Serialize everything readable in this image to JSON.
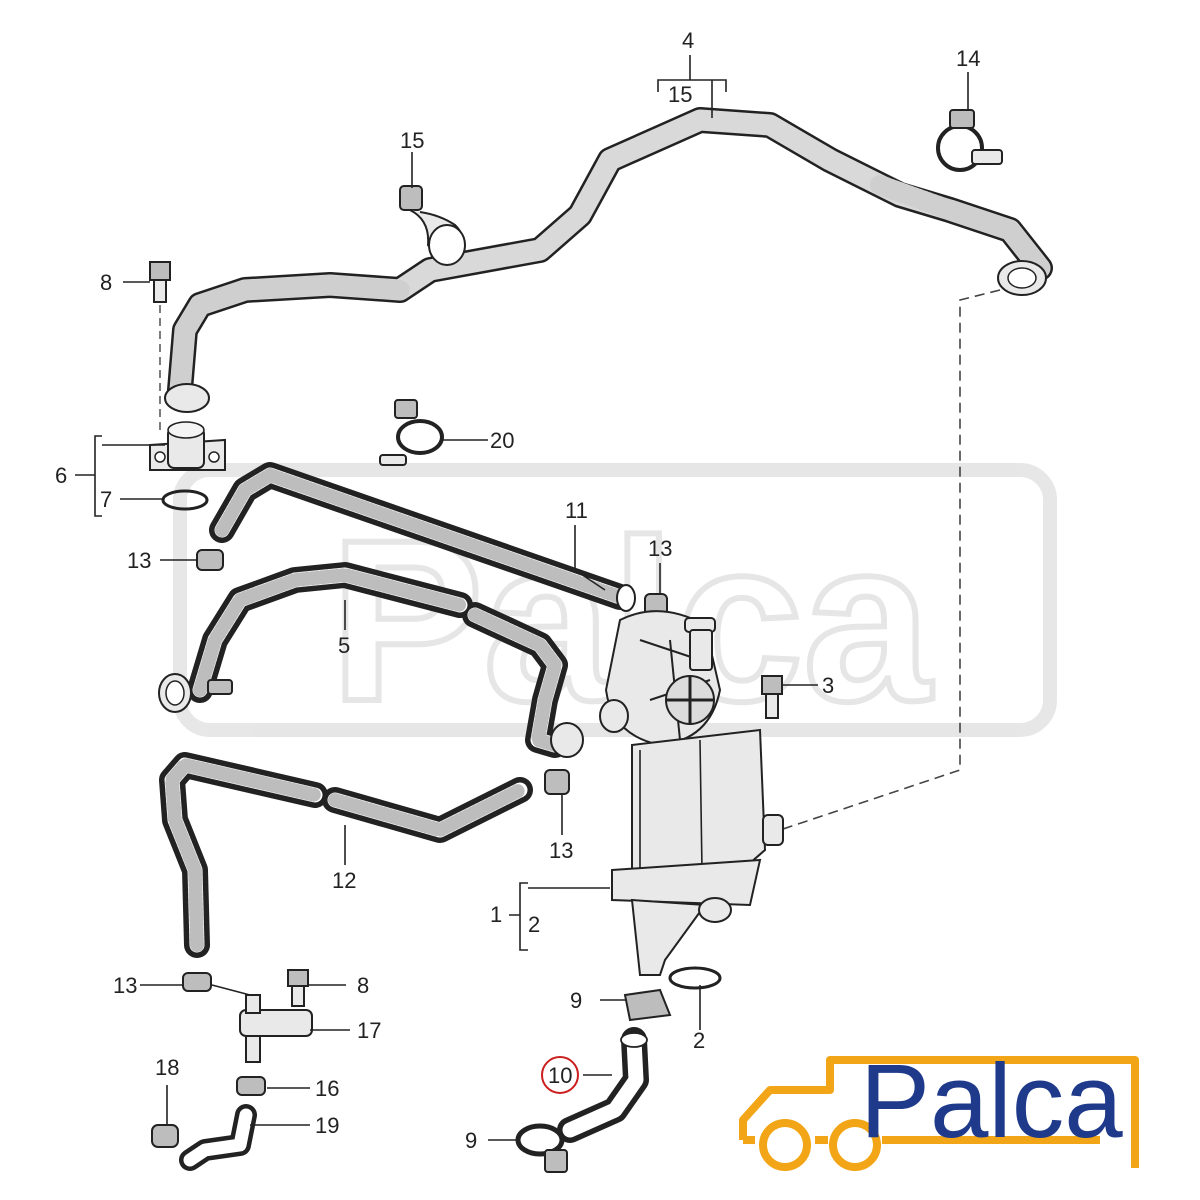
{
  "callouts": {
    "c1": "1",
    "c2a": "2",
    "c2b": "2",
    "c3": "3",
    "c4": "4",
    "c5": "5",
    "c6": "6",
    "c7": "7",
    "c8a": "8",
    "c8b": "8",
    "c9a": "9",
    "c9b": "9",
    "c10": "10",
    "c11": "11",
    "c12": "12",
    "c13a": "13",
    "c13b": "13",
    "c13c": "13",
    "c13d": "13",
    "c14": "14",
    "c15a": "15",
    "c15b": "15",
    "c16": "16",
    "c17": "17",
    "c18": "18",
    "c19": "19",
    "c20": "20"
  },
  "highlight": {
    "label": "10",
    "color": "#cc1f1f"
  },
  "logo": {
    "text": "Palca",
    "text_color": "#1f3a8a",
    "truck_color": "#f2a516"
  },
  "watermark": {
    "text": "Palca"
  }
}
